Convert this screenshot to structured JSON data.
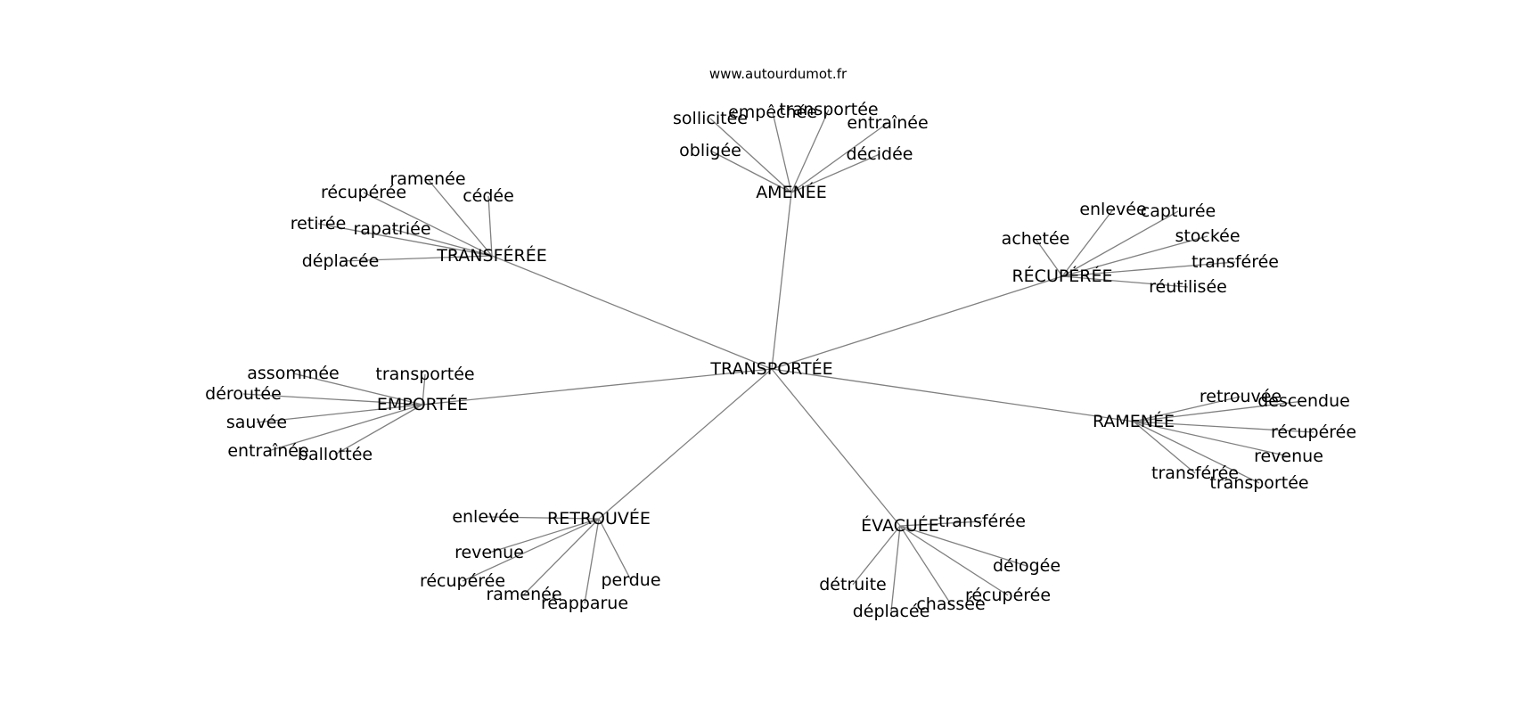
{
  "credit": "www.autourdumot.fr",
  "root": "TRANSPORTÉE",
  "groups": [
    {
      "label": "AMENÉE",
      "leaves": [
        "sollicitée",
        "empêchée",
        "transportée",
        "entraînée",
        "obligée",
        "décidée"
      ]
    },
    {
      "label": "TRANSFÉRÉE",
      "leaves": [
        "ramenée",
        "récupérée",
        "cédée",
        "retirée",
        "rapatriée",
        "déplacée"
      ]
    },
    {
      "label": "RÉCUPÉRÉE",
      "leaves": [
        "enlevée",
        "capturée",
        "achetée",
        "stockée",
        "transférée",
        "réutilisée"
      ]
    },
    {
      "label": "EMPORTÉE",
      "leaves": [
        "assommée",
        "transportée",
        "déroutée",
        "sauvée",
        "entraînée",
        "ballottée"
      ]
    },
    {
      "label": "RAMENÉE",
      "leaves": [
        "retrouvée",
        "descendue",
        "récupérée",
        "revenue",
        "transférée",
        "transportée"
      ]
    },
    {
      "label": "RETROUVÉE",
      "leaves": [
        "enlevée",
        "revenue",
        "récupérée",
        "ramenée",
        "réapparue",
        "perdue"
      ]
    },
    {
      "label": "ÉVACUÉE",
      "leaves": [
        "transférée",
        "délogée",
        "détruite",
        "récupérée",
        "chassée",
        "déplacée"
      ]
    }
  ]
}
